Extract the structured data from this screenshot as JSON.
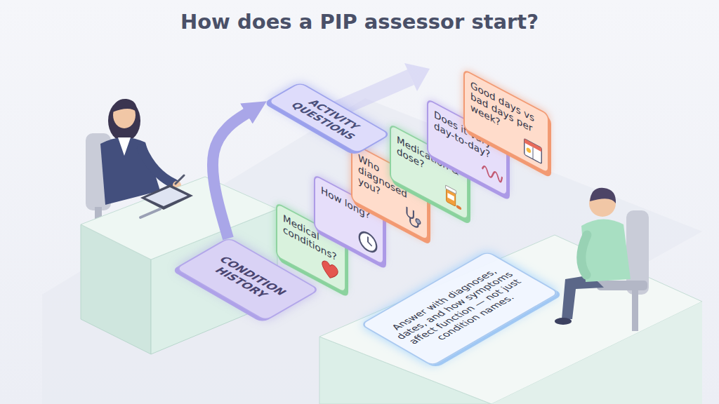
{
  "diagram": {
    "title": "How does a PIP assessor start?",
    "nodes": [
      {
        "text": [
          "CONDITION HISTORY"
        ]
      },
      {
        "text": [
          "Medical conditions?"
        ]
      },
      {
        "text": [
          "How long?"
        ]
      },
      {
        "text": [
          "Who diagnosed you?"
        ]
      },
      {
        "text": [
          "Medication & dose?"
        ]
      },
      {
        "text": [
          "Does it vary day-to-day?"
        ]
      },
      {
        "text": [
          "Good days vs bad days per week?"
        ]
      },
      {
        "text": [
          "ACTIVITY QUESTIONS"
        ]
      },
      {
        "text": [
          "Answer with diagnoses, dates, and how symptoms affect function — not just condition names."
        ]
      }
    ],
    "edges": [
      {
        "from": 0,
        "to": 7,
        "arrow": "to"
      }
    ]
  }
}
